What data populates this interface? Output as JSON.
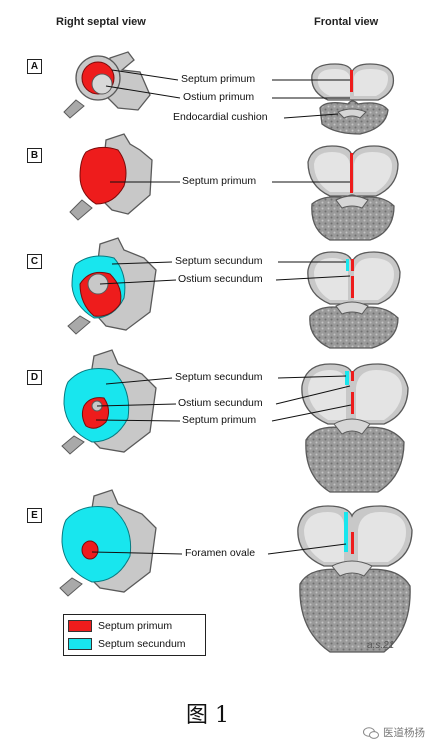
{
  "headers": {
    "left": "Right septal view",
    "right": "Frontal view"
  },
  "panels": [
    {
      "letter": "A",
      "labels": [
        "Septum primum",
        "Ostium primum",
        "Endocardial cushion"
      ]
    },
    {
      "letter": "B",
      "labels": [
        "Septum primum"
      ]
    },
    {
      "letter": "C",
      "labels": [
        "Septum secundum",
        "Ostium secundum"
      ]
    },
    {
      "letter": "D",
      "labels": [
        "Septum secundum",
        "Ostium secundum",
        "Septum primum"
      ]
    },
    {
      "letter": "E",
      "labels": [
        "Foramen ovale"
      ]
    }
  ],
  "legend": [
    {
      "label": "Septum primum",
      "color": "#ee1c1c"
    },
    {
      "label": "Septum secundum",
      "color": "#18e6ee"
    }
  ],
  "signature": "a.s.21",
  "caption": "图 1",
  "watermark": "医道杨扬",
  "colors": {
    "tissue": "#c8c8c8",
    "tissue_dark": "#8e8e8e",
    "outline": "#5a5a5a",
    "inner": "#e4e4e4"
  }
}
